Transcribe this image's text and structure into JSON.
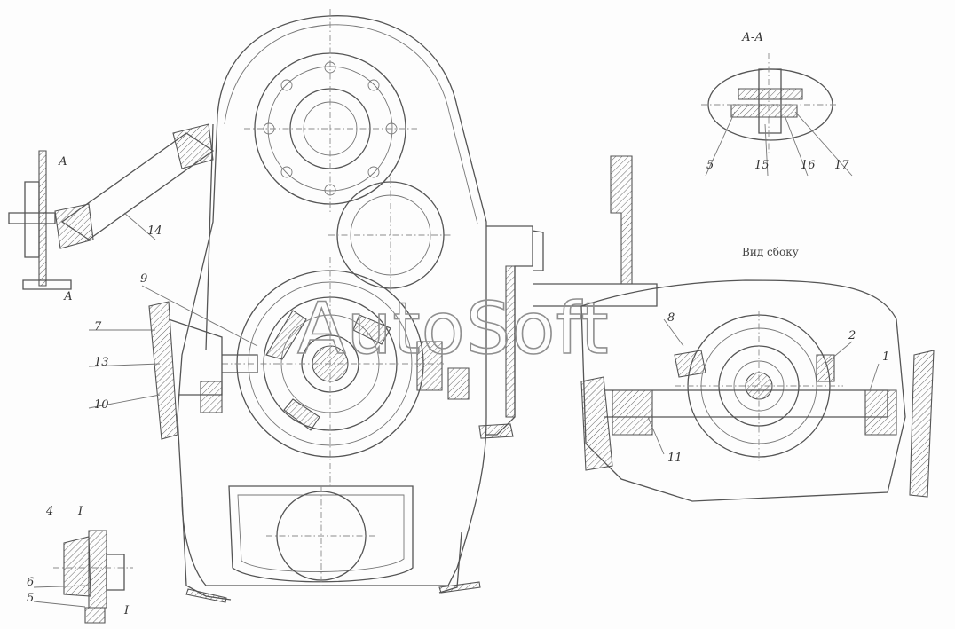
{
  "section_label": "А-А",
  "view_label": "Вид сбоку",
  "watermark": "AutoSoft",
  "callouts": {
    "c1": "1",
    "c2": "2",
    "c4": "4",
    "c5": "5",
    "c6": "6",
    "c7": "7",
    "c8": "8",
    "c9": "9",
    "c10": "10",
    "c11": "11",
    "c13": "13",
    "c14": "14",
    "c15": "15",
    "c16": "16",
    "c17": "17"
  },
  "section_marks": {
    "a_top": "А",
    "a_bottom": "А",
    "detail_i_left": "I",
    "detail_i_right": "I"
  }
}
